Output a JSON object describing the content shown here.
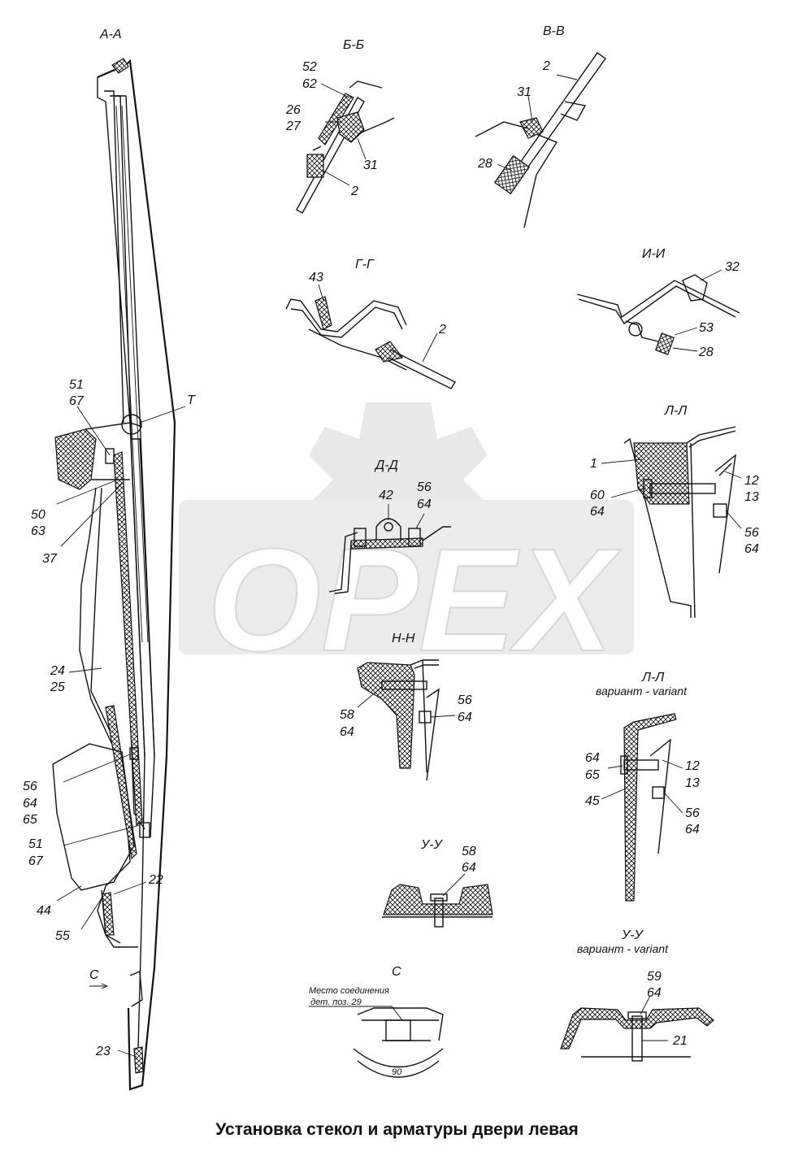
{
  "title": "Установка стекол и арматуры двери левая",
  "watermark": "OPEX",
  "sections": {
    "aa": "А-А",
    "bb": "Б-Б",
    "vv": "В-В",
    "gg": "Г-Г",
    "ii": "И-И",
    "dd": "Д-Д",
    "ll": "Л-Л",
    "nn": "Н-Н",
    "ll_var": "Л-Л",
    "uu": "У-У",
    "uu_var": "У-У",
    "c": "С",
    "variant": "вариант - variant"
  },
  "labels": {
    "p52": "52",
    "p62": "62",
    "p26": "26",
    "p27": "27",
    "p31a": "31",
    "p2a": "2",
    "p2b": "2",
    "p31b": "31",
    "p28a": "28",
    "p43": "43",
    "p2c": "2",
    "p32": "32",
    "p53": "53",
    "p28b": "28",
    "p51a": "51",
    "p67a": "67",
    "pT": "Т",
    "p50": "50",
    "p63": "63",
    "p37": "37",
    "p24": "24",
    "p25": "25",
    "p56a": "56",
    "p64a": "64",
    "p65a": "65",
    "p51b": "51",
    "p67b": "67",
    "p22": "22",
    "p44": "44",
    "p55": "55",
    "pC": "С",
    "p23": "23",
    "p42": "42",
    "p56b": "56",
    "p64b": "64",
    "p1": "1",
    "p12a": "12",
    "p13a": "13",
    "p60": "60",
    "p64c": "64",
    "p56c": "56",
    "p64d": "64",
    "p58a": "58",
    "p64e": "64",
    "p56d": "56",
    "p64f": "64",
    "p64g": "64",
    "p65b": "65",
    "p12b": "12",
    "p13b": "13",
    "p45": "45",
    "p56e": "56",
    "p64h": "64",
    "p58b": "58",
    "p64i": "64",
    "p59": "59",
    "p64j": "64",
    "p21": "21"
  },
  "detail_c": {
    "note1": "Место соединения",
    "note2": "дет. поз. 29",
    "angle": "90"
  }
}
